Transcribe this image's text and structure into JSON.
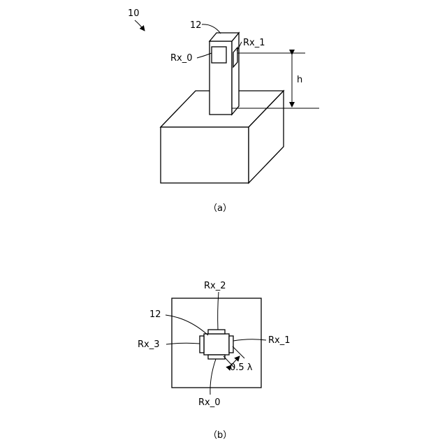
{
  "figure_a": {
    "ref_device": "10",
    "ref_pole": "12",
    "antenna_front": "Rx_0",
    "antenna_side": "Rx_1",
    "height_label": "h",
    "caption": "（a）"
  },
  "figure_b": {
    "ref_pole": "12",
    "antenna_top": "Rx_2",
    "antenna_right": "Rx_1",
    "antenna_left": "Rx_3",
    "antenna_bottom": "Rx_0",
    "spacing_label": "0.5 λ",
    "caption": "（b）"
  }
}
